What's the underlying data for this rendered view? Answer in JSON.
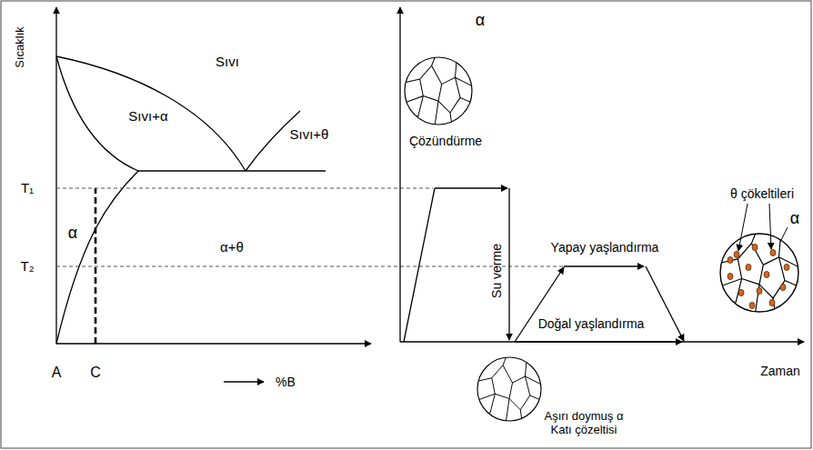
{
  "diagram": {
    "labels": [
      "Sıcaklık",
      "T₁",
      "T₂",
      "Sıvı",
      "Sıvı+α",
      "Sıvı+θ",
      "α",
      "α+θ",
      "A",
      "C",
      "%B",
      "α",
      "Çözündürme",
      "Su verme",
      "Yapay yaşlandırma",
      "θ çökeltileri",
      "α",
      "Doğal yaşlandırma",
      "Zaman",
      "Aşırı doymuş α Katı çözeltisi"
    ]
  }
}
